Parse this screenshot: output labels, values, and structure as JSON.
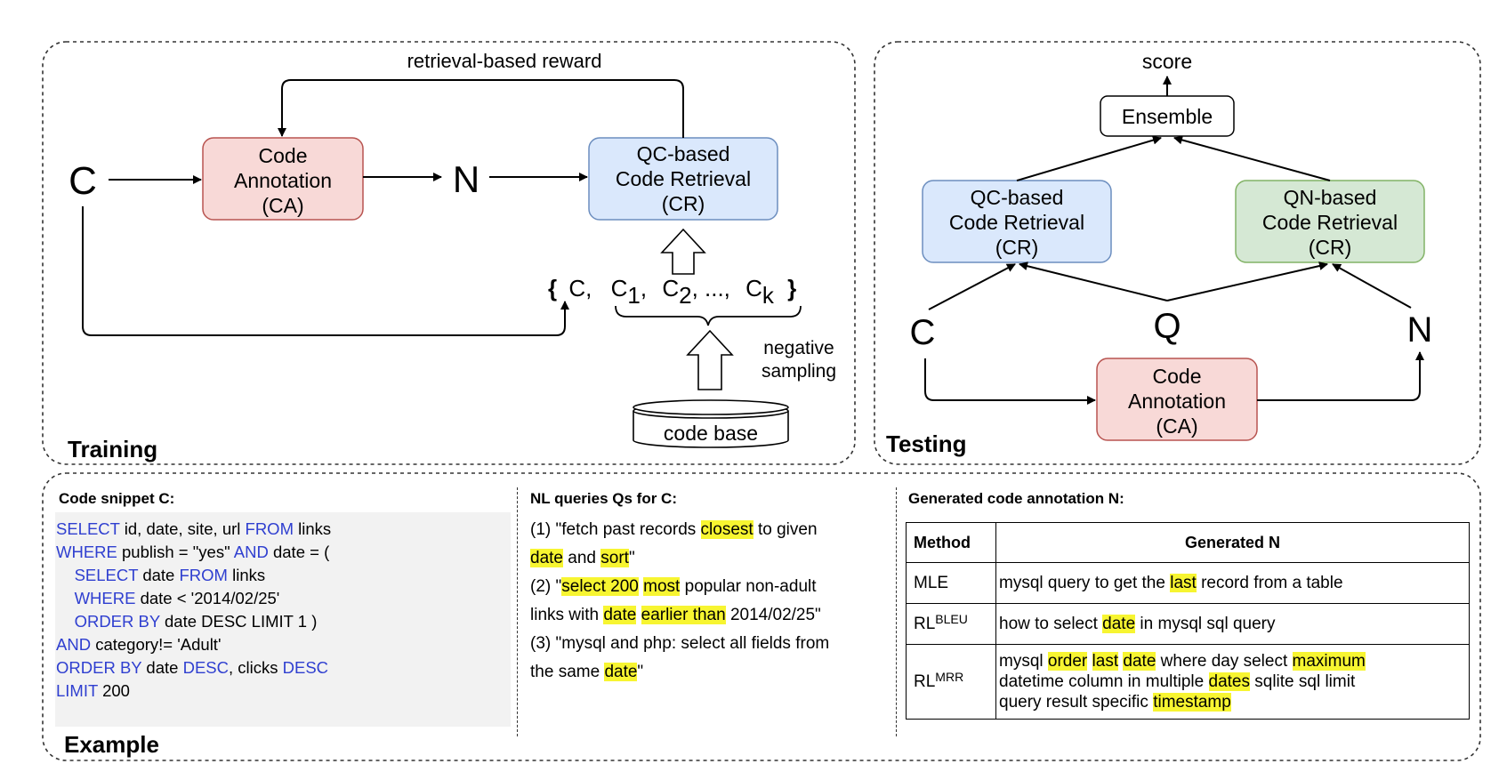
{
  "training": {
    "label": "Training",
    "input_c": "C",
    "intermediate_n": "N",
    "reward_label": "retrieval-based reward",
    "ca_box": [
      "Code",
      "Annotation",
      "(CA)"
    ],
    "cr_box": [
      "QC-based",
      "Code Retrieval",
      "(CR)"
    ],
    "candidate_set": {
      "open": "{",
      "c": "C,",
      "c1": "C",
      "c1_sub": "1",
      "c2": "C",
      "c2_sub": "2",
      "dots": ", ...,",
      "ck": "C",
      "ck_sub": "k",
      "close": "}"
    },
    "negative_sampling": [
      "negative",
      "sampling"
    ],
    "code_base": "code base"
  },
  "testing": {
    "label": "Testing",
    "score": "score",
    "ensemble": "Ensemble",
    "qc_box": [
      "QC-based",
      "Code Retrieval",
      "(CR)"
    ],
    "qn_box": [
      "QN-based",
      "Code Retrieval",
      "(CR)"
    ],
    "c": "C",
    "q": "Q",
    "n": "N",
    "ca_box": [
      "Code",
      "Annotation",
      "(CA)"
    ]
  },
  "example": {
    "label": "Example",
    "code_heading": "Code snippet C:",
    "code_lines": [
      [
        {
          "t": "SELECT",
          "k": true
        },
        {
          "t": " id, date, site, url ",
          "k": false
        },
        {
          "t": "FROM",
          "k": true
        },
        {
          "t": " links",
          "k": false
        }
      ],
      [
        {
          "t": "WHERE",
          "k": true
        },
        {
          "t": " publish = \"yes\" ",
          "k": false
        },
        {
          "t": "AND",
          "k": true
        },
        {
          "t": " date = (",
          "k": false
        }
      ],
      [
        {
          "t": "    ",
          "k": false
        },
        {
          "t": "SELECT",
          "k": true
        },
        {
          "t": " date ",
          "k": false
        },
        {
          "t": "FROM",
          "k": true
        },
        {
          "t": " links",
          "k": false
        }
      ],
      [
        {
          "t": "    ",
          "k": false
        },
        {
          "t": "WHERE",
          "k": true
        },
        {
          "t": " date < '2014/02/25'",
          "k": false
        }
      ],
      [
        {
          "t": "    ",
          "k": false
        },
        {
          "t": "ORDER BY",
          "k": true
        },
        {
          "t": " date DESC LIMIT 1 )",
          "k": false
        }
      ],
      [
        {
          "t": "AND",
          "k": true
        },
        {
          "t": " category!= 'Adult'",
          "k": false
        }
      ],
      [
        {
          "t": "ORDER BY",
          "k": true
        },
        {
          "t": " date ",
          "k": false
        },
        {
          "t": "DESC",
          "k": true
        },
        {
          "t": ", clicks ",
          "k": false
        },
        {
          "t": "DESC",
          "k": true
        }
      ],
      [
        {
          "t": "LIMIT",
          "k": true
        },
        {
          "t": " 200",
          "k": false
        }
      ]
    ],
    "queries_heading": "NL queries Qs for C:",
    "query_lines": [
      [
        {
          "t": "(1) \"fetch past records ",
          "h": false
        },
        {
          "t": "closest",
          "h": true
        },
        {
          "t": " to given",
          "h": false
        }
      ],
      [
        {
          "t": "date",
          "h": true
        },
        {
          "t": " and ",
          "h": false
        },
        {
          "t": "sort",
          "h": true
        },
        {
          "t": "\"",
          "h": false
        }
      ],
      [
        {
          "t": "(2) \"",
          "h": false
        },
        {
          "t": "select 200",
          "h": true
        },
        {
          "t": " ",
          "h": false
        },
        {
          "t": "most",
          "h": true
        },
        {
          "t": " popular non-adult",
          "h": false
        }
      ],
      [
        {
          "t": "links with ",
          "h": false
        },
        {
          "t": "date",
          "h": true
        },
        {
          "t": " ",
          "h": false
        },
        {
          "t": "earlier than",
          "h": true
        },
        {
          "t": " 2014/02/25\"",
          "h": false
        }
      ],
      [
        {
          "t": "(3) \"mysql and php: select all fields from",
          "h": false
        }
      ],
      [
        {
          "t": "the same ",
          "h": false
        },
        {
          "t": "date",
          "h": true
        },
        {
          "t": "\"",
          "h": false
        }
      ]
    ],
    "annotation_heading": "Generated code annotation N:",
    "table": {
      "headers": [
        "Method",
        "Generated N"
      ],
      "rows": [
        {
          "method": "MLE",
          "sup": "",
          "lines": [
            [
              {
                "t": "mysql query to get the ",
                "h": false
              },
              {
                "t": "last",
                "h": true
              },
              {
                "t": " record from a table",
                "h": false
              }
            ]
          ]
        },
        {
          "method": "RL",
          "sup": "BLEU",
          "lines": [
            [
              {
                "t": "how to select ",
                "h": false
              },
              {
                "t": "date",
                "h": true
              },
              {
                "t": " in mysql sql query",
                "h": false
              }
            ]
          ]
        },
        {
          "method": "RL",
          "sup": "MRR",
          "lines": [
            [
              {
                "t": "mysql ",
                "h": false
              },
              {
                "t": "order",
                "h": true
              },
              {
                "t": " ",
                "h": false
              },
              {
                "t": "last",
                "h": true
              },
              {
                "t": " ",
                "h": false
              },
              {
                "t": "date",
                "h": true
              },
              {
                "t": " where day select ",
                "h": false
              },
              {
                "t": "maximum",
                "h": true
              }
            ],
            [
              {
                "t": "datetime column in multiple ",
                "h": false
              },
              {
                "t": "dates",
                "h": true
              },
              {
                "t": " sqlite sql limit",
                "h": false
              }
            ],
            [
              {
                "t": "query result specific ",
                "h": false
              },
              {
                "t": "timestamp",
                "h": true
              }
            ]
          ]
        }
      ]
    }
  },
  "colors": {
    "ca_fill": "#f8d9d7",
    "ca_stroke": "#b85450",
    "cr_fill": "#dae8fc",
    "cr_stroke": "#6c8ebf",
    "qn_fill": "#d5e8d4",
    "qn_stroke": "#82b366",
    "keyword": "#2f3fd0",
    "highlight": "#f7f531"
  }
}
